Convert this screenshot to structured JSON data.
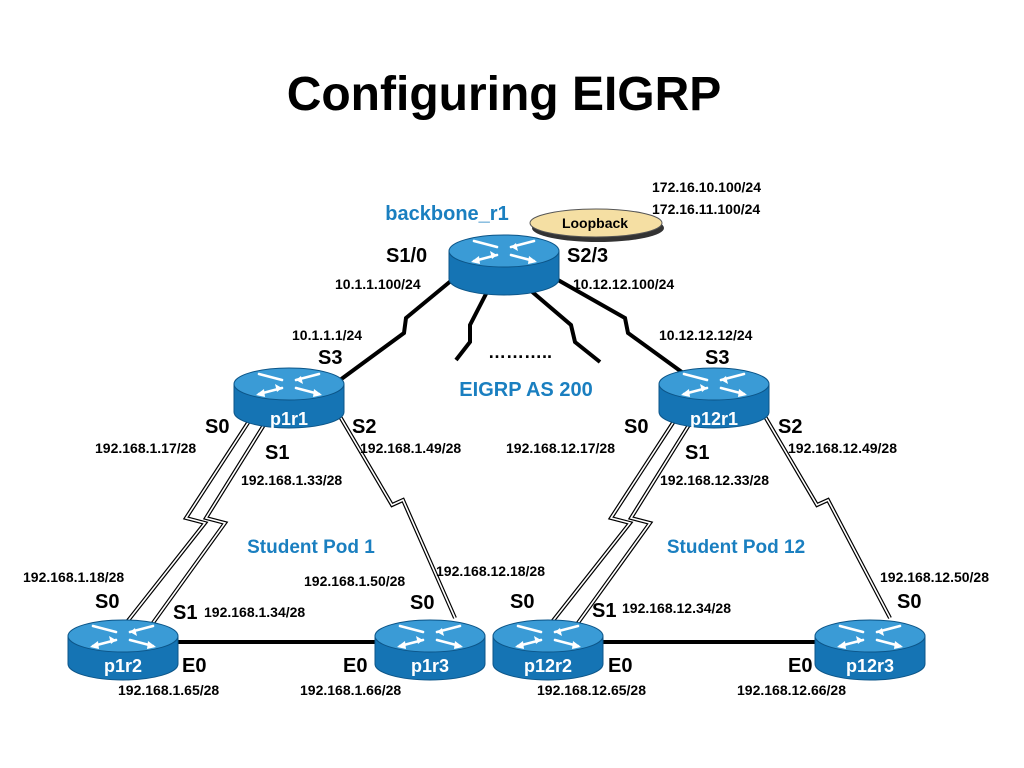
{
  "title": "Configuring EIGRP",
  "backbone": {
    "name": "backbone_r1",
    "loopback_label": "Loopback",
    "loopback_ip1": "172.16.10.100/24",
    "loopback_ip2": "172.16.11.100/24",
    "port_left": "S1/0",
    "port_right": "S2/3",
    "ip_left": "10.1.1.100/24",
    "ip_right": "10.12.12.100/24"
  },
  "eigrp_label": "EIGRP AS 200",
  "eigrp_dots": "………..",
  "pod1": {
    "label": "Student Pod 1",
    "r1": {
      "name": "p1r1",
      "s3": "S3",
      "s3_ip": "10.1.1.1/24",
      "s0": "S0",
      "s0_ip": "192.168.1.17/28",
      "s1": "S1",
      "s1_ip": "192.168.1.33/28",
      "s2": "S2",
      "s2_ip": "192.168.1.49/28"
    },
    "r2": {
      "name": "p1r2",
      "s0": "S0",
      "s0_ip": "192.168.1.18/28",
      "s1": "S1",
      "s1_ip": "192.168.1.34/28",
      "e0": "E0",
      "e0_ip": "192.168.1.65/28"
    },
    "r3": {
      "name": "p1r3",
      "s0": "S0",
      "s0_ip": "192.168.1.50/28",
      "e0": "E0",
      "e0_ip": "192.168.1.66/28"
    }
  },
  "pod12": {
    "label": "Student Pod 12",
    "r1": {
      "name": "p12r1",
      "s3": "S3",
      "s3_ip": "10.12.12.12/24",
      "s0": "S0",
      "s0_ip": "192.168.12.17/28",
      "s1": "S1",
      "s1_ip": "192.168.12.33/28",
      "s2": "S2",
      "s2_ip": "192.168.12.49/28"
    },
    "r2": {
      "name": "p12r2",
      "s0": "S0",
      "s0_ip": "192.168.12.18/28",
      "s1": "S1",
      "s1_ip": "192.168.12.34/28",
      "e0": "E0",
      "e0_ip": "192.168.12.65/28"
    },
    "r3": {
      "name": "p12r3",
      "s0": "S0",
      "s0_ip": "192.168.12.50/28",
      "e0": "E0",
      "e0_ip": "192.168.12.66/28"
    }
  },
  "colors": {
    "router_blue": "#1a7fc0",
    "label_blue": "#1a7fc0",
    "loopback_fill": "#f5dfa3"
  }
}
